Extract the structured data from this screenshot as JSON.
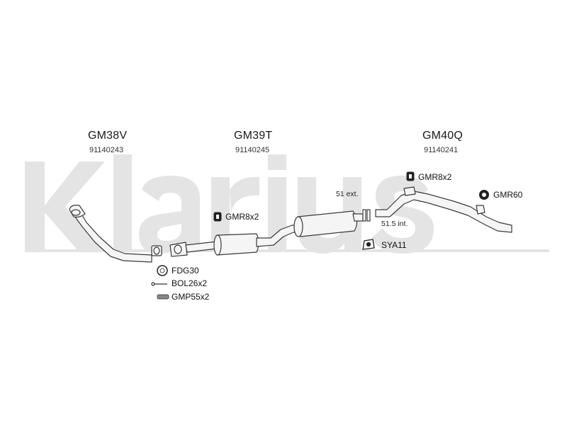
{
  "brand": {
    "watermark_text": "Klarius"
  },
  "sections": [
    {
      "code": "GM38V",
      "number": "91140243"
    },
    {
      "code": "GM39T",
      "number": "91140245"
    },
    {
      "code": "GM40Q",
      "number": "91140241"
    }
  ],
  "parts": {
    "gmr8x2_mid": "GMR8x2",
    "gmr8x2_rear": "GMR8x2",
    "gmr60": "GMR60",
    "sya11": "SYA11",
    "fdg30": "FDG30",
    "bol26x2": "BOL26x2",
    "gmp55x2": "GMP55x2"
  },
  "dimensions": {
    "ext": "51 ext.",
    "int": "51.5 int."
  },
  "colors": {
    "watermark": "#e3e3e3",
    "pipe_fill": "#f4f4f4",
    "pipe_stroke": "#3a3a3a",
    "icon_dark": "#222222"
  }
}
